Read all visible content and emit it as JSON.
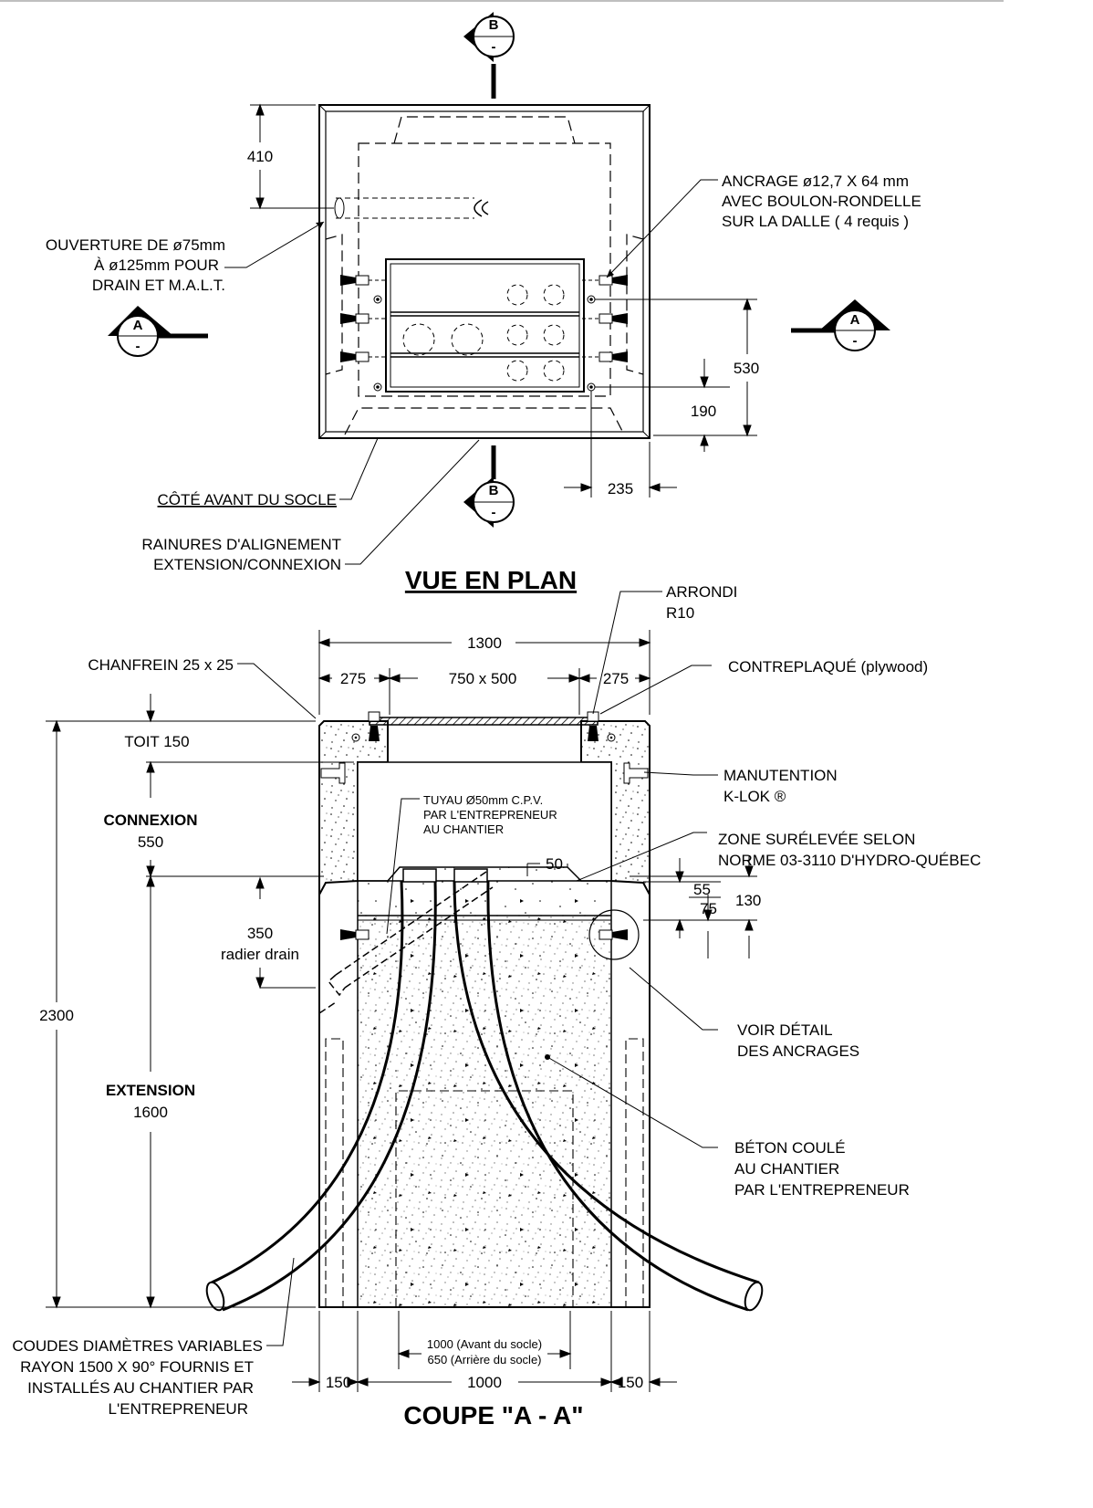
{
  "titles": {
    "plan": "VUE EN PLAN",
    "section": "COUPE \"A - A\""
  },
  "section_markers": {
    "b_letter": "B",
    "a_letter": "A",
    "dash": "-"
  },
  "plan": {
    "dim_410": "410",
    "dim_530": "530",
    "dim_190": "190",
    "dim_235": "235",
    "opening_note": [
      "OUVERTURE DE ø75mm",
      "À ø125mm POUR",
      "DRAIN ET M.A.L.T."
    ],
    "anchor_note": [
      "ANCRAGE ø12,7 X 64 mm",
      "AVEC BOULON-RONDELLE",
      "SUR LA DALLE ( 4 requis )"
    ],
    "front_side_note": "CÔTÉ AVANT DU SOCLE",
    "grooves_note": [
      "RAINURES D'ALIGNEMENT",
      "EXTENSION/CONNEXION"
    ]
  },
  "section": {
    "dim_1300": "1300",
    "dim_275_left": "275",
    "dim_750x500": "750 x 500",
    "dim_275_right": "275",
    "chamfer_note": "CHANFREIN 25 x 25",
    "rounding_note": [
      "ARRONDI",
      "R10"
    ],
    "plywood_note": "CONTREPLAQUÉ (plywood)",
    "roof_note": "TOIT 150",
    "handling_note": [
      "MANUTENTION",
      "K-LOK ®"
    ],
    "connexion_label": "CONNEXION",
    "connexion_value": "550",
    "pipe_note": [
      "TUYAU Ø50mm C.P.V.",
      "PAR L'ENTREPRENEUR",
      "AU CHANTIER"
    ],
    "raised_zone_note": [
      "ZONE SURÉLEVÉE SELON",
      "NORME 03-3110 D'HYDRO-QUÉBEC"
    ],
    "dim_50": "50",
    "dim_55": "55",
    "dim_75": "75",
    "dim_130": "130",
    "drain_value": "350",
    "drain_label": "radier drain",
    "detail_note": [
      "VOIR DÉTAIL",
      "DES ANCRAGES"
    ],
    "dim_2300": "2300",
    "extension_label": "EXTENSION",
    "extension_value": "1600",
    "concrete_note": [
      "BÉTON COULÉ",
      "AU CHANTIER",
      "PAR L'ENTREPRENEUR"
    ],
    "elbows_note": [
      "COUDES DIAMÈTRES VARIABLES",
      "RAYON 1500 X 90° FOURNIS ET",
      "INSTALLÉS AU CHANTIER PAR",
      "L'ENTREPRENEUR"
    ],
    "inner_width_note": [
      "1000 (Avant du socle)",
      "650  (Arrière du socle)"
    ],
    "dim_150_left": "150",
    "dim_1000": "1000",
    "dim_150_right": "150"
  }
}
